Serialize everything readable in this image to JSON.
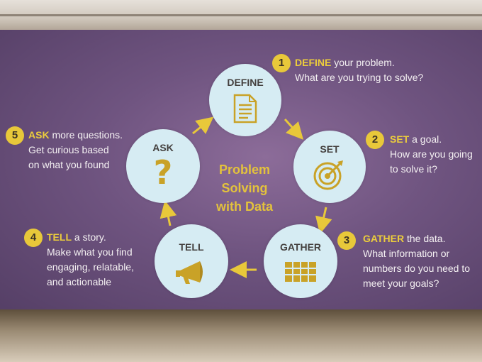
{
  "center_title": [
    "Problem",
    "Solving",
    "with Data"
  ],
  "steps": [
    {
      "number": "1",
      "circle_label": "DEFINE",
      "icon": "document-icon",
      "keyword": "DEFINE",
      "rest": " your problem.",
      "line2": "What are you trying to solve?",
      "line3": ""
    },
    {
      "number": "2",
      "circle_label": "SET",
      "icon": "target-icon",
      "keyword": "SET",
      "rest": " a goal.",
      "line2": "How are you going",
      "line3": "to solve it?"
    },
    {
      "number": "3",
      "circle_label": "GATHER",
      "icon": "table-icon",
      "keyword": "GATHER",
      "rest": " the data.",
      "line2": "What information or",
      "line3": "numbers do you need to",
      "line4": "meet your goals?"
    },
    {
      "number": "4",
      "circle_label": "TELL",
      "icon": "megaphone-icon",
      "keyword": "TELL",
      "rest": " a story.",
      "line2": "Make what you find",
      "line3": "engaging, relatable,",
      "line4": "and actionable"
    },
    {
      "number": "5",
      "circle_label": "ASK",
      "icon": "question-mark-icon",
      "keyword": "ASK",
      "rest": " more questions.",
      "line2": "Get curious based",
      "line3": "on what you found"
    }
  ],
  "colors": {
    "accent": "#e8c83a",
    "circle": "#d6ecf3",
    "slide": "#6f5480",
    "icon": "#c9a227"
  }
}
